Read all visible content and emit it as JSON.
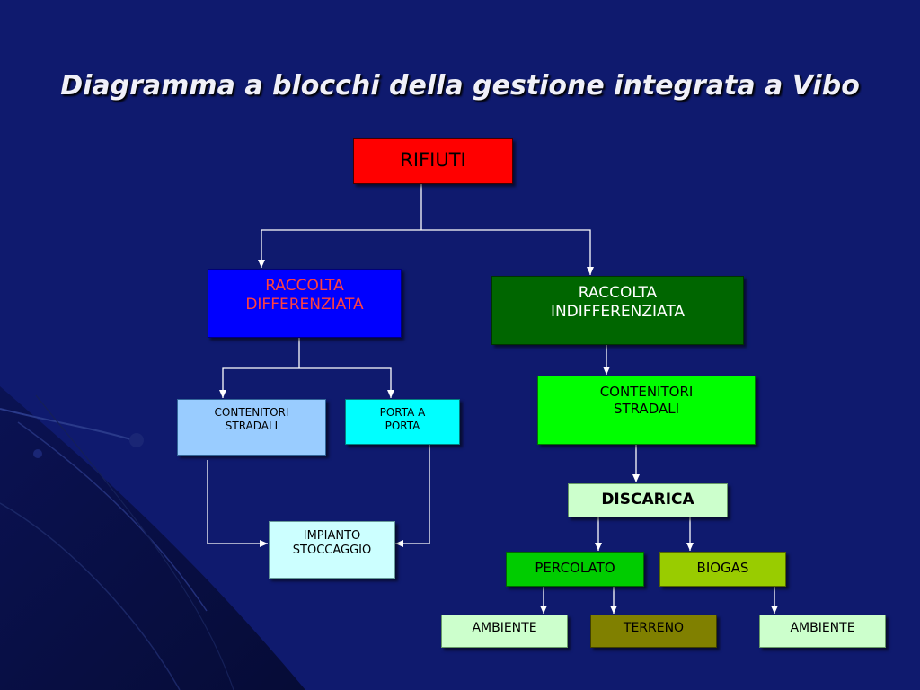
{
  "slide": {
    "title": "Diagramma a blocchi della gestione integrata a Vibo"
  },
  "nodes": {
    "rifiuti": {
      "label": "RIFIUTI",
      "fill": "#ff0000",
      "color": "#000000"
    },
    "raccolta_differenziata": {
      "label": "RACCOLTA\nDIFFERENZIATA",
      "fill": "#0000ff",
      "color": "#ff4040"
    },
    "raccolta_indifferenziata": {
      "label": "RACCOLTA\nINDIFFERENZIATA",
      "fill": "#006600",
      "color": "#ffffff"
    },
    "contenitori_stradali_diff": {
      "label": "CONTENITORI\nSTRADALI",
      "fill": "#99ccff",
      "color": "#000000"
    },
    "porta_a_porta": {
      "label": "PORTA A\nPORTA",
      "fill": "#00ffff",
      "color": "#000000"
    },
    "contenitori_stradali_indiff": {
      "label": "CONTENITORI\nSTRADALI",
      "fill": "#00ff00",
      "color": "#000000"
    },
    "impianto_stoccaggio": {
      "label": "IMPIANTO\nSTOCCAGGIO",
      "fill": "#ccffff",
      "color": "#000000"
    },
    "discarica": {
      "label": "DISCARICA",
      "fill": "#ccffcc",
      "color": "#000000"
    },
    "percolato": {
      "label": "PERCOLATO",
      "fill": "#00cc00",
      "color": "#000000"
    },
    "biogas": {
      "label": "BIOGAS",
      "fill": "#99cc00",
      "color": "#000000"
    },
    "ambiente_1": {
      "label": "AMBIENTE",
      "fill": "#ccffcc",
      "color": "#000000"
    },
    "terreno": {
      "label": "TERRENO",
      "fill": "#808000",
      "color": "#000000"
    },
    "ambiente_2": {
      "label": "AMBIENTE",
      "fill": "#ccffcc",
      "color": "#000000"
    }
  }
}
